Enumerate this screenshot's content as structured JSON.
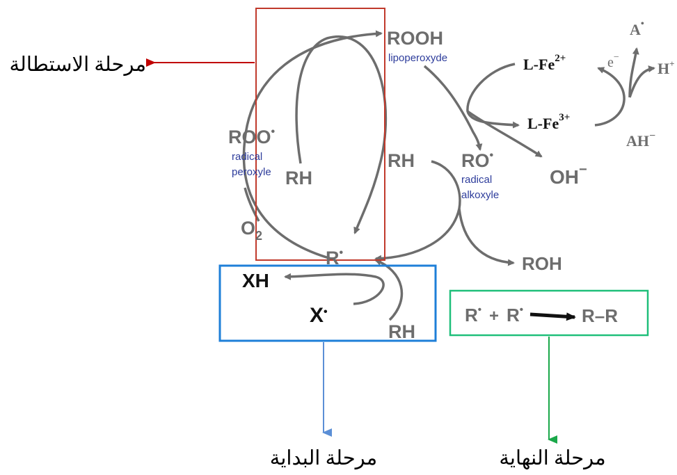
{
  "species": {
    "rooh": "ROOH",
    "lipoperoxyde": "lipoperoxyde",
    "roo": "ROO",
    "radical_peroxyle_1": "radical",
    "radical_peroxyle_2": "peroxyle",
    "rh_left": "RH",
    "o2": "O",
    "o2_sub": "2",
    "r_radical": "R",
    "rh_mid": "RH",
    "ro": "RO",
    "radical_alkoxyle_1": "radical",
    "radical_alkoxyle_2": "alkoxyle",
    "roh": "ROH",
    "fe2": "L-Fe",
    "fe2_sup": "2+",
    "fe3": "L-Fe",
    "fe3_sup": "3+",
    "oh": "OH",
    "oh_sup": "−",
    "a": "A",
    "a_sup": "•",
    "e": "e",
    "e_sup": "−",
    "h": "H",
    "h_sup": "+",
    "ah": "AH",
    "ah_sup": "−",
    "xh": "XH",
    "x": "X",
    "rh_bottom": "RH",
    "termination_r1": "R",
    "termination_plus": "+",
    "termination_r2": "R",
    "termination_product": "R–R"
  },
  "captions": {
    "propagation": "مرحلة الاستطالة",
    "initiation": "مرحلة البداية",
    "termination": "مرحلة النهاية"
  },
  "colors": {
    "propagation_box": "#c0392b",
    "initiation_box": "#1e7fd8",
    "termination_box": "#1fbf7a",
    "propagation_arrow": "#c00000",
    "initiation_arrow": "#5b8fd6",
    "termination_arrow": "#1aa84a",
    "diagram_gray": "#6d6d6d"
  }
}
